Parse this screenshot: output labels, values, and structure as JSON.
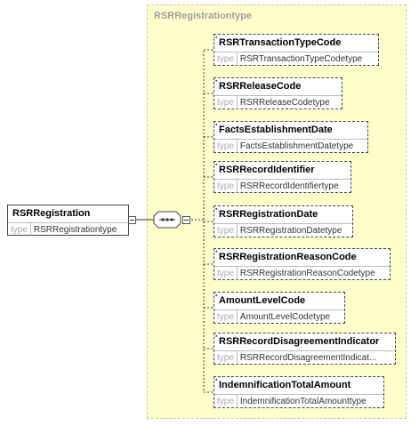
{
  "complex_type": {
    "label": "RSRRegistrationtype"
  },
  "root": {
    "name": "RSRRegistration",
    "type_label": "type",
    "type_value": "RSRRegistrationtype"
  },
  "elements": [
    {
      "name": "RSRTransactionTypeCode",
      "type_label": "type",
      "type_value": "RSRTransactionTypeCodetype"
    },
    {
      "name": "RSRReleaseCode",
      "type_label": "type",
      "type_value": "RSRReleaseCodetype"
    },
    {
      "name": "FactsEstablishmentDate",
      "type_label": "type",
      "type_value": "FactsEstablishmentDatetype"
    },
    {
      "name": "RSRRecordIdentifier",
      "type_label": "type",
      "type_value": "RSRRecordIdentifiertype"
    },
    {
      "name": "RSRRegistrationDate",
      "type_label": "type",
      "type_value": "RSRRegistrationDatetype"
    },
    {
      "name": "RSRRegistrationReasonCode",
      "type_label": "type",
      "type_value": "RSRRegistrationReasonCodetype"
    },
    {
      "name": "AmountLevelCode",
      "type_label": "type",
      "type_value": "AmountLevelCodetype"
    },
    {
      "name": "RSRRecordDisagreementIndicator",
      "type_label": "type",
      "type_value": "RSRRecordDisagreementIndicat..."
    },
    {
      "name": "IndemnificationTotalAmount",
      "type_label": "type",
      "type_value": "IndemnificationTotalAmounttype"
    }
  ]
}
